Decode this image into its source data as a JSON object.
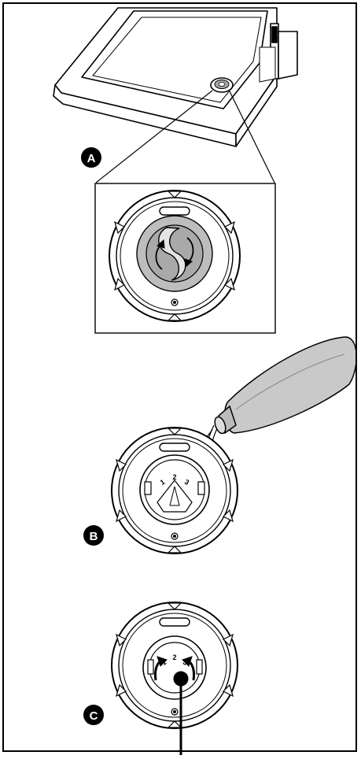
{
  "steps": [
    {
      "id": "step-a",
      "label": "A",
      "description": "dispenser cap on door inner panel, magnified view"
    },
    {
      "id": "step-b",
      "label": "B",
      "description": "pouring rinse aid from bottle into open dispenser"
    },
    {
      "id": "step-c",
      "label": "C",
      "description": "setting dosage selector"
    }
  ],
  "dial_numbers": [
    "1",
    "2",
    "3"
  ],
  "colors": {
    "line": "#000000",
    "cap_fill": "#b8b8b8",
    "cap_ring": "#9a9a9a",
    "bottle": "#c9c9c9",
    "door": "#ffffff"
  }
}
